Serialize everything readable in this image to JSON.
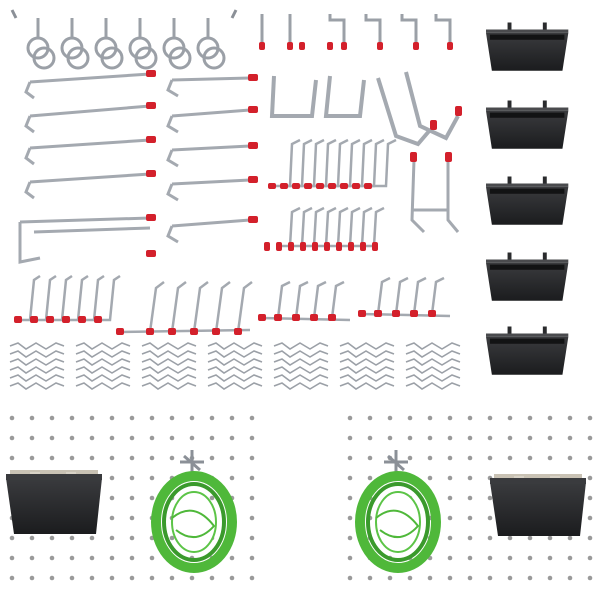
{
  "colors": {
    "background": "#ffffff",
    "metal": "#b8bcc2",
    "metal_dark": "#6f747b",
    "tip_red": "#d3202b",
    "bin": "#2f3032",
    "bin_dark": "#1d1e20",
    "pegboard_hole": "#9a9a9a",
    "wire_green": "#4fb83a",
    "wire_green_dark": "#2f7e22",
    "bolt": "#c9c2b4"
  },
  "scene": {
    "subject": "pegboard-hook-assortment-kit",
    "components": [
      {
        "name": "ring-hook-strip",
        "icon": "ring-hook-icon"
      },
      {
        "name": "multi-prong-rack",
        "icon": "rack-icon"
      },
      {
        "name": "long-straight-hooks",
        "icon": "straight-hook-icon"
      },
      {
        "name": "curved-hooks",
        "icon": "curved-hook-icon"
      },
      {
        "name": "u-hooks",
        "icon": "u-hook-icon"
      },
      {
        "name": "j-hooks",
        "icon": "j-hook-icon"
      },
      {
        "name": "l-hooks",
        "icon": "l-hook-icon"
      },
      {
        "name": "zigzag-hook-rows",
        "icon": "zigzag-hook-icon"
      },
      {
        "name": "spring-locks",
        "icon": "lock-clip-icon"
      },
      {
        "name": "storage-bins",
        "icon": "bin-icon"
      },
      {
        "name": "pegboard-demo-left",
        "icon": "pegboard-icon"
      },
      {
        "name": "pegboard-demo-right",
        "icon": "pegboard-icon"
      }
    ]
  }
}
